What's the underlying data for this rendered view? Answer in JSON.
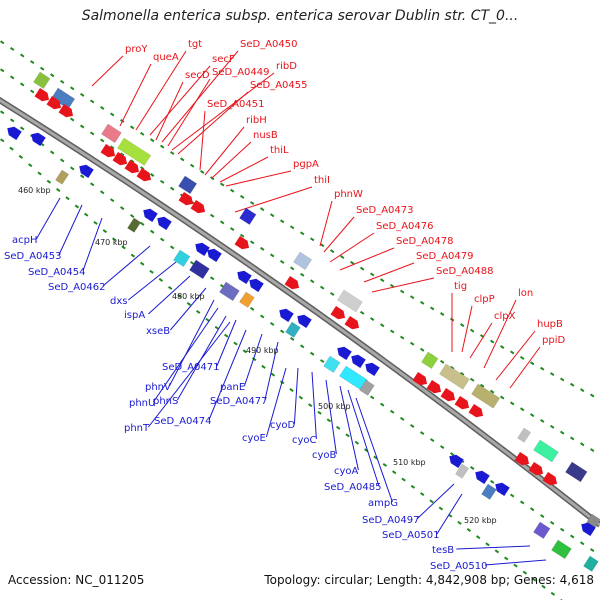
{
  "title": "Salmonella enterica subsp. enterica serovar Dublin str. CT_0...",
  "footer": {
    "accession": "Accession: NC_011205",
    "summary": "Topology: circular; Length: 4,842,908 bp; Genes: 4,618"
  },
  "colors": {
    "forward_label": "#e8141c",
    "reverse_label": "#1a1ad2",
    "backbone": "#8f8f8f",
    "tick": "#1f8a1f"
  },
  "kbp_ticks": [
    "460 kbp",
    "470 kbp",
    "480 kbp",
    "490 kbp",
    "500 kbp",
    "510 kbp",
    "520 kbp"
  ],
  "forward_labels": [
    "proY",
    "queA",
    "tgt",
    "secF",
    "secD",
    "SeD_A0450",
    "SeD_A0449",
    "ribD",
    "SeD_A0455",
    "SeD_A0451",
    "ribH",
    "nusB",
    "thiL",
    "pgpA",
    "thiI",
    "phnW",
    "SeD_A0473",
    "SeD_A0476",
    "SeD_A0478",
    "SeD_A0479",
    "SeD_A0488",
    "tig",
    "clpP",
    "clpX",
    "lon",
    "hupB",
    "ppiD"
  ],
  "reverse_labels": [
    "acpH",
    "SeD_A0453",
    "SeD_A0454",
    "SeD_A0462",
    "dxs",
    "ispA",
    "xseB",
    "SeD_A0471",
    "phnV",
    "phnU",
    "phnS",
    "phnT",
    "SeD_A0474",
    "panE",
    "SeD_A0477",
    "cyoE",
    "cyoD",
    "cyoC",
    "cyoB",
    "cyoA",
    "SeD_A0485",
    "ampG",
    "SeD_A0497",
    "SeD_A0501",
    "tesB",
    "SeD_A0510"
  ]
}
